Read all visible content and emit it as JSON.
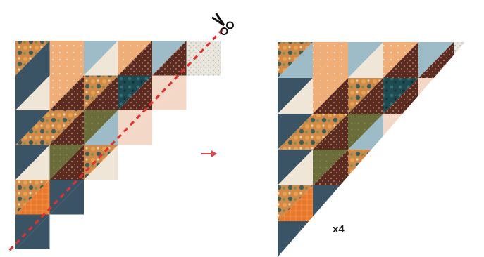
{
  "palette": {
    "navy": "#3a5466",
    "cream": "#efe6d8",
    "peach": "#efae78",
    "blush": "#f3d8c8",
    "brown": "#5a2b22",
    "sky": "#9dbcc8",
    "olive": "#6b6e3a",
    "orange": "#e9782a",
    "floral": "#c7864a",
    "teal": "#1e4a52",
    "specks": "#e8e6dc",
    "cut_line": "#e03030",
    "arrow": "#e04848"
  },
  "scissors_icon": "scissors-icon",
  "arrow_icon": "arrow-right-icon",
  "left_figure": {
    "rows": [
      [
        [
          "floral",
          "navy"
        ],
        [
          "peach",
          "peach"
        ],
        [
          "sky",
          "cream"
        ],
        [
          "peach",
          "brown"
        ],
        [
          "sky",
          "brown"
        ],
        [
          "specks",
          "specks"
        ]
      ],
      [
        [
          "navy",
          "cream"
        ],
        [
          "peach",
          "brown"
        ],
        [
          "floral",
          "brown"
        ],
        [
          "teal",
          "brown"
        ],
        [
          "blush",
          "blush"
        ]
      ],
      [
        [
          "navy",
          "floral"
        ],
        [
          "floral",
          "brown"
        ],
        [
          "olive",
          "sky"
        ],
        [
          "blush",
          "blush"
        ]
      ],
      [
        [
          "navy",
          "cream"
        ],
        [
          "olive",
          "brown"
        ],
        [
          "floral",
          "cream"
        ]
      ],
      [
        [
          "floral",
          "orange"
        ],
        [
          "navy",
          "navy"
        ]
      ],
      [
        [
          "navy",
          "navy"
        ]
      ]
    ]
  },
  "right_figure": {
    "rows": [
      [
        [
          "floral",
          "sky"
        ],
        [
          "peach",
          "peach"
        ],
        [
          "sky",
          "cream"
        ],
        [
          "peach",
          "brown"
        ],
        [
          "sky",
          "brown"
        ],
        [
          "specks",
          "specks"
        ]
      ],
      [
        [
          "navy",
          "cream"
        ],
        [
          "peach",
          "brown"
        ],
        [
          "floral",
          "brown"
        ],
        [
          "teal",
          "brown"
        ],
        [
          "blush",
          "blush"
        ]
      ],
      [
        [
          "navy",
          "floral"
        ],
        [
          "floral",
          "brown"
        ],
        [
          "olive",
          "sky"
        ],
        [
          "blush",
          "blush"
        ]
      ],
      [
        [
          "navy",
          "cream"
        ],
        [
          "olive",
          "brown"
        ],
        [
          "floral",
          "cream"
        ]
      ],
      [
        [
          "floral",
          "orange"
        ],
        [
          "navy",
          "navy"
        ]
      ],
      [
        [
          "navy",
          "navy"
        ]
      ]
    ],
    "count_label": "x4"
  }
}
